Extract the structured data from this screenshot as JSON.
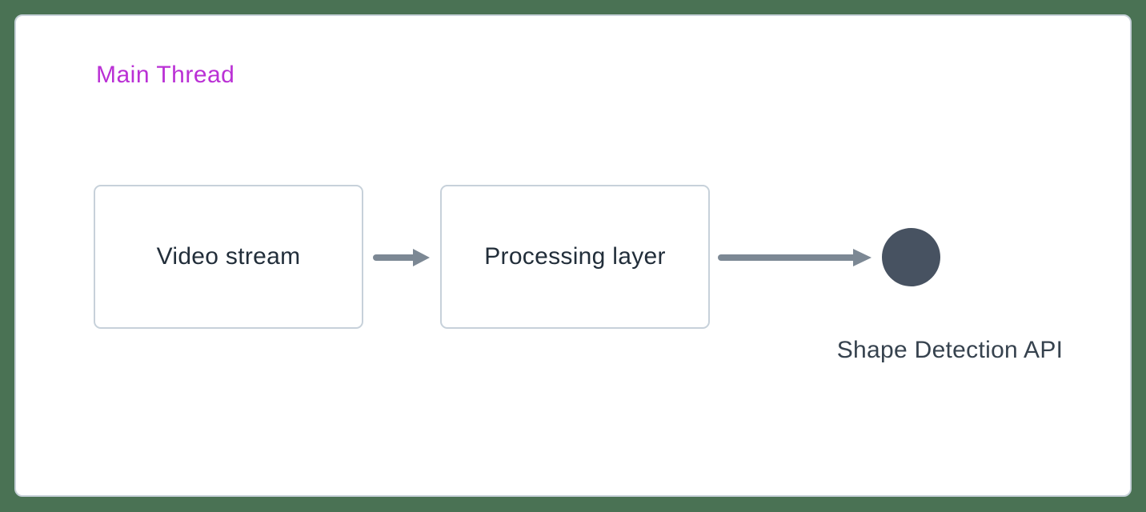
{
  "colors": {
    "background_green": "#4a7254",
    "panel_bg": "#ffffff",
    "panel_border": "#c7d1d9",
    "node_bg": "#ffffff",
    "node_border": "#c7d1da",
    "node_text": "#222e3a",
    "title_magenta": "#ba30d5",
    "arrow_gray": "#7c8894",
    "circle_fill": "#475261",
    "endpoint_text": "#36424e"
  },
  "diagram": {
    "container_label": "Main Thread",
    "nodes": [
      {
        "id": "video-stream",
        "label": "Video stream"
      },
      {
        "id": "processing-layer",
        "label": "Processing layer"
      }
    ],
    "connections": [
      {
        "from": "video-stream",
        "to": "processing-layer"
      },
      {
        "from": "processing-layer",
        "to": "shape-detection-api"
      }
    ],
    "endpoint": {
      "id": "shape-detection-api",
      "label": "Shape Detection API"
    }
  }
}
